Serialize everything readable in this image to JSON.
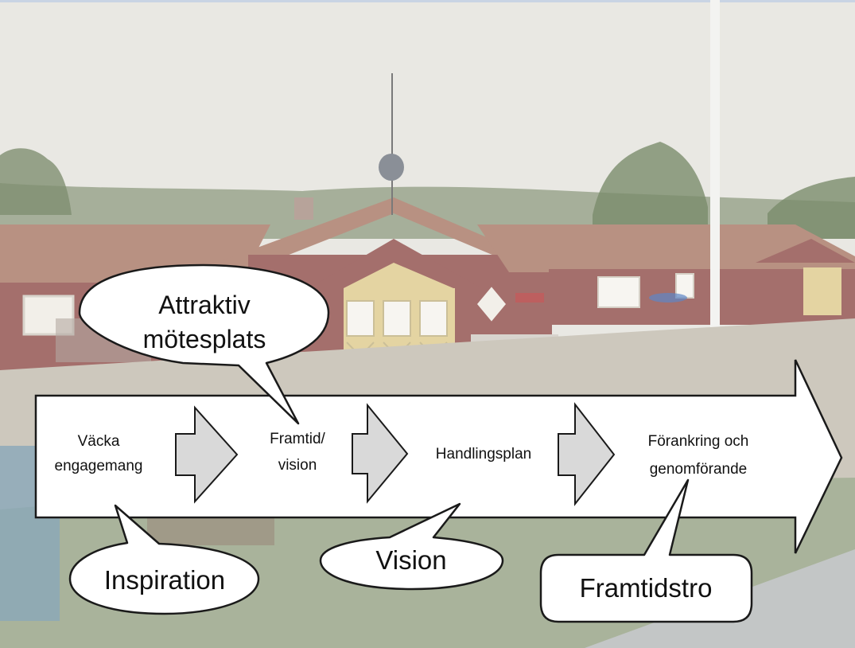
{
  "background": {
    "scene": "faded photo of red wooden buildings with yellow gable trim, flagpole, trees and lawn",
    "colors": {
      "sky": "#e9e8e3",
      "wall": "#a46f6c",
      "roof": "#b89182",
      "trim": "#e4d4a2",
      "grass": "#a9b39b",
      "forest": "#8f9c82"
    }
  },
  "process": {
    "steps": [
      {
        "line1": "Väcka",
        "line2": "engagemang"
      },
      {
        "line1": "Framtid/",
        "line2": "vision"
      },
      {
        "line1": "Handlingsplan",
        "line2": ""
      },
      {
        "line1": "Förankring och",
        "line2": "genomförande"
      }
    ],
    "colors": {
      "arrow_fill": "#ffffff",
      "chevron_fill": "#d9d9d9",
      "outline": "#1a1a1a"
    }
  },
  "callouts": [
    {
      "id": "attraktiv",
      "line1": "Attraktiv",
      "line2": "mötesplats"
    },
    {
      "id": "inspiration",
      "line1": "Inspiration",
      "line2": ""
    },
    {
      "id": "vision",
      "line1": "Vision",
      "line2": ""
    },
    {
      "id": "framtidstro",
      "line1": "Framtidstro",
      "line2": ""
    }
  ]
}
